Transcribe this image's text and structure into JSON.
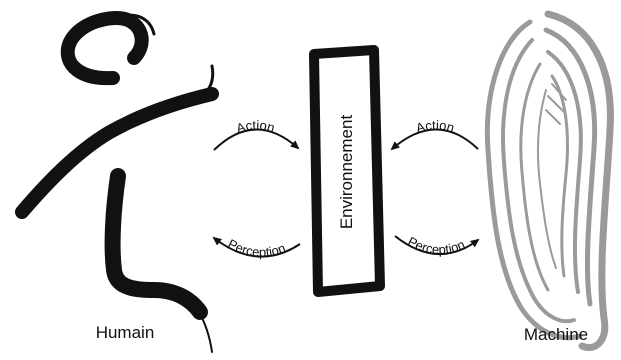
{
  "human": {
    "label": "Humain",
    "icon": "human-calligraphy-icon",
    "color": "#111111"
  },
  "machine": {
    "label": "Machine",
    "icon": "machine-spiral-icon",
    "color": "#9a9a9a"
  },
  "environment": {
    "label": "Environnement",
    "color": "#111111"
  },
  "left_arrows": {
    "top_label": "Action",
    "bottom_label": "Perception"
  },
  "right_arrows": {
    "top_label": "Action",
    "bottom_label": "Perception"
  }
}
